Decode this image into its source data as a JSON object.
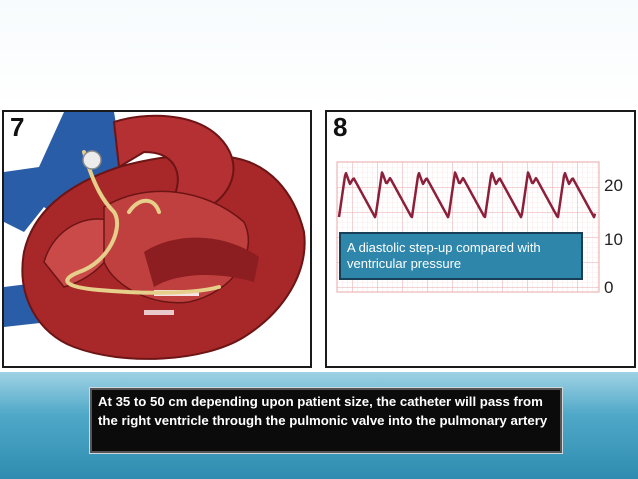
{
  "panels": [
    {
      "number": "7"
    },
    {
      "number": "8"
    }
  ],
  "pressure_scale": {
    "ticks": [
      "20",
      "10",
      "0"
    ]
  },
  "annotation": "A diastolic step-up compared with ventricular pressure",
  "caption": "At 35 to 50 cm depending upon patient size, the catheter will pass from the right ventricle through the pulmonic valve into the pulmonary artery",
  "colors": {
    "heart": "#a8282a",
    "vessel": "#2a5da8",
    "catheter": "#e6cf8a",
    "grid_major": "#e7a7a7",
    "grid_minor": "#f6dcdc",
    "trace": "#8c1f3a",
    "annotation_bg": "#2e86ab"
  }
}
